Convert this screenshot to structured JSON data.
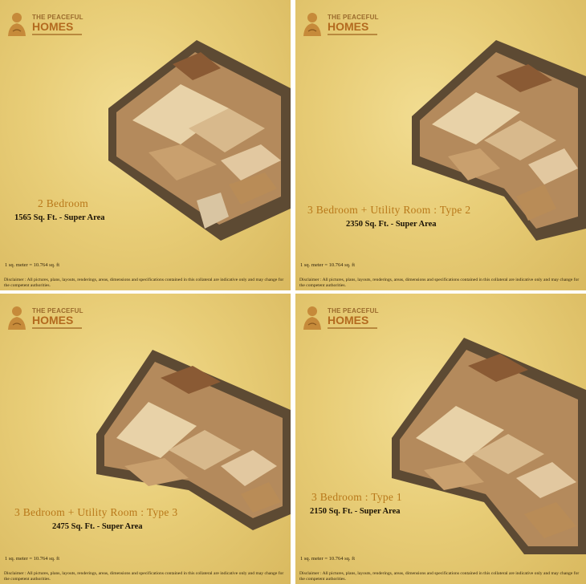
{
  "brand": {
    "line1": "THE PEACEFUL",
    "line2": "HOMES"
  },
  "conversion": "1 sq. meter = 10.764 sq. ft",
  "disclaimer": "Disclaimer : All pictures, plans, layouts, renderings, areas, dimensions and specifications contained in this collateral are indicative only and may change for the competent authorities.",
  "panels": [
    {
      "title": "2 Bedroom",
      "area": "1565 Sq. Ft. - Super Area"
    },
    {
      "title": "3 Bedroom + Utility Room : Type 2",
      "area": "2350 Sq. Ft. - Super Area"
    },
    {
      "title": "3 Bedroom + Utility Room : Type 3",
      "area": "2475 Sq. Ft. - Super Area"
    },
    {
      "title": "3 Bedroom : Type 1",
      "area": "2150 Sq. Ft. - Super Area"
    }
  ]
}
